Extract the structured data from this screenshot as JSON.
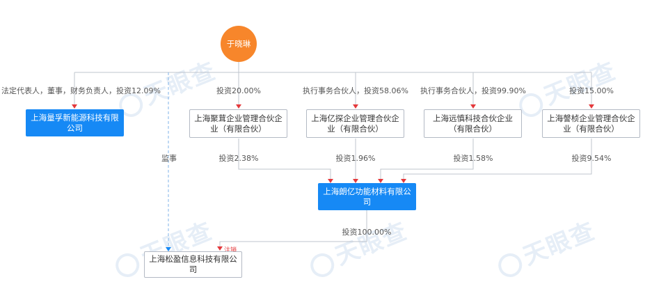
{
  "person": {
    "name": "于晓琳"
  },
  "companies": {
    "liangfu": "上海量孚新能源科技有限公司",
    "jurong": "上海聚茸企业管理合伙企业（有限合伙）",
    "yishen": "上海亿探企业管理合伙企业（有限合伙）",
    "yuanzhen": "上海远慎科技合伙企业（有限合伙）",
    "yuzhen": "上海謦桢企业管理合伙企业（有限合伙）",
    "langyi": "上海朗亿功能材料有限公司",
    "songying": "上海松盈信息科技有限公司"
  },
  "edges": {
    "to_liangfu": "法定代表人，董事，财务负责人，投资12.09%",
    "to_jurong": "投资20.00%",
    "to_yishen": "执行事务合伙人，投资58.06%",
    "to_yuanzhen": "执行事务合伙人，投资99.90%",
    "to_yuzhen": "投资15.00%",
    "supervisor": "监事",
    "jurong_langyi": "投资2.38%",
    "yishen_langyi": "投资1.96%",
    "yuanzhen_langyi": "投资1.58%",
    "yuzhen_langyi": "投资9.54%",
    "langyi_songying": "投资100.00%"
  },
  "status_tag": "注销",
  "watermark": "天眼查",
  "colors": {
    "person": "#f7862b",
    "blue_node": "#1689f5",
    "line": "#bfc4cc",
    "arrow": "#e4393c",
    "dashed": "#7fb3e8"
  }
}
